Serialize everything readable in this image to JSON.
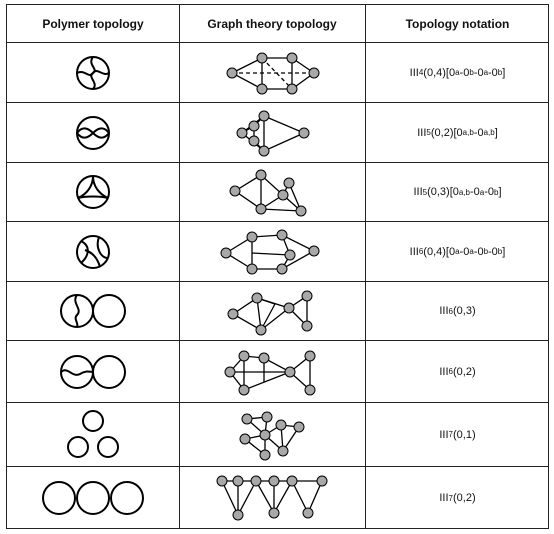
{
  "table": {
    "headers": {
      "polymer": "Polymer topology",
      "graph": "Graph theory topology",
      "notation": "Topology notation"
    },
    "rows": [
      {
        "notation": {
          "base": "III",
          "sub": "4",
          "tail": "(0,4)[0",
          "parts": [
            [
              "a",
              "-0"
            ],
            [
              "b",
              "-0"
            ],
            [
              "a",
              "-0"
            ],
            [
              "b",
              "]"
            ]
          ]
        }
      },
      {
        "notation": {
          "base": "III",
          "sub": "5",
          "tail": "(0,2)[0",
          "parts": [
            [
              "a,b",
              "-0"
            ],
            [
              "a,b",
              "]"
            ]
          ]
        }
      },
      {
        "notation": {
          "base": "III",
          "sub": "5",
          "tail": "(0,3)[0",
          "parts": [
            [
              "a,b",
              "-0"
            ],
            [
              "a",
              "-0"
            ],
            [
              "b",
              "]"
            ]
          ]
        }
      },
      {
        "notation": {
          "base": "III",
          "sub": "6",
          "tail": "(0,4)[0",
          "parts": [
            [
              "a",
              "-0"
            ],
            [
              "a",
              "-0"
            ],
            [
              "b",
              "-0"
            ],
            [
              "b",
              "]"
            ]
          ]
        }
      },
      {
        "notation": {
          "base": "III",
          "sub": "6",
          "tail": "(0,3)",
          "parts": []
        }
      },
      {
        "notation": {
          "base": "III",
          "sub": "6",
          "tail": "(0,2)",
          "parts": []
        }
      },
      {
        "notation": {
          "base": "III",
          "sub": "7",
          "tail": "(0,1)",
          "parts": []
        }
      },
      {
        "notation": {
          "base": "III",
          "sub": "7",
          "tail": "(0,2)",
          "parts": []
        }
      }
    ]
  }
}
